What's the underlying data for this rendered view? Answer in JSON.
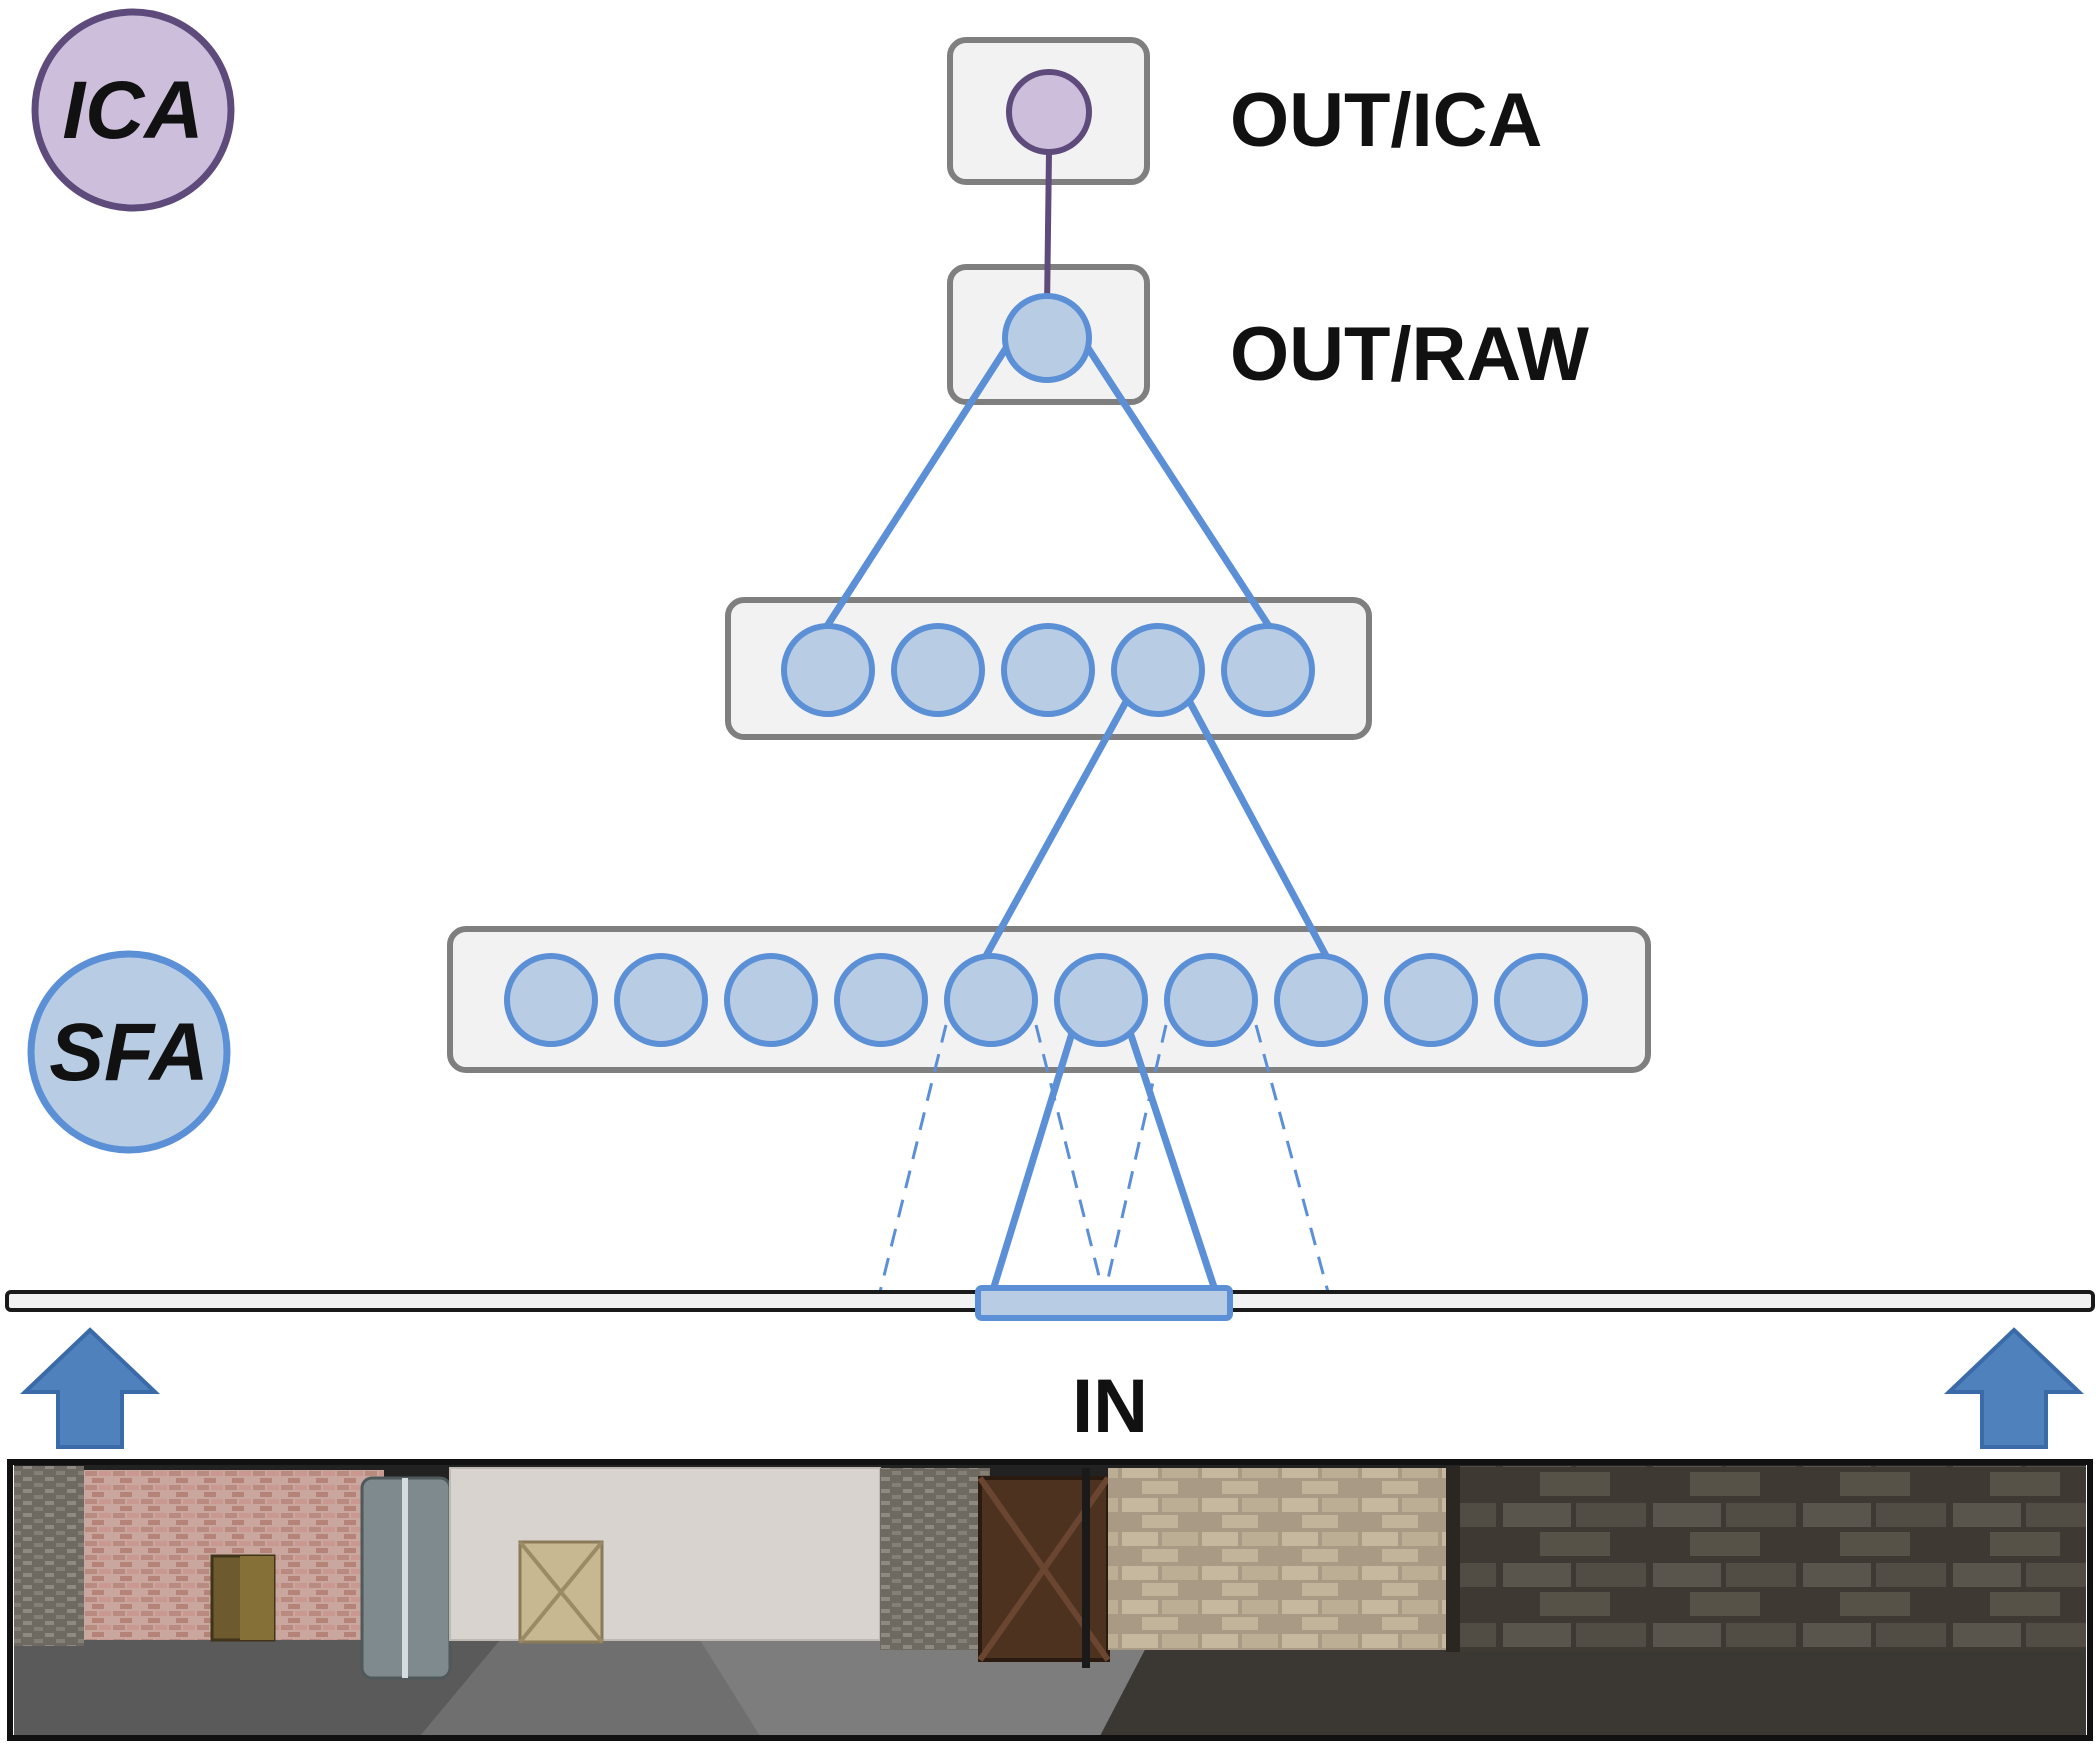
{
  "labels": {
    "out_ica": "OUT/ICA",
    "out_raw": "OUT/RAW",
    "input": "IN",
    "ica_badge": "ICA",
    "sfa_badge": "SFA"
  },
  "layers": {
    "layer1_node_count": 10,
    "layer2_node_count": 5,
    "out_raw_node_count": 1,
    "out_ica_node_count": 1
  },
  "colors": {
    "sfa_fill": "#b8cce4",
    "sfa_stroke": "#5b8fd6",
    "ica_fill": "#cdbfdc",
    "ica_stroke": "#5e4b7c",
    "box_fill": "#f2f2f2",
    "box_stroke": "#7f7f7f",
    "arrow_fill": "#4f81bd",
    "arrow_stroke": "#3a6aa8"
  },
  "icons": {
    "left_arrow": "up-arrow-icon",
    "right_arrow": "up-arrow-icon"
  }
}
